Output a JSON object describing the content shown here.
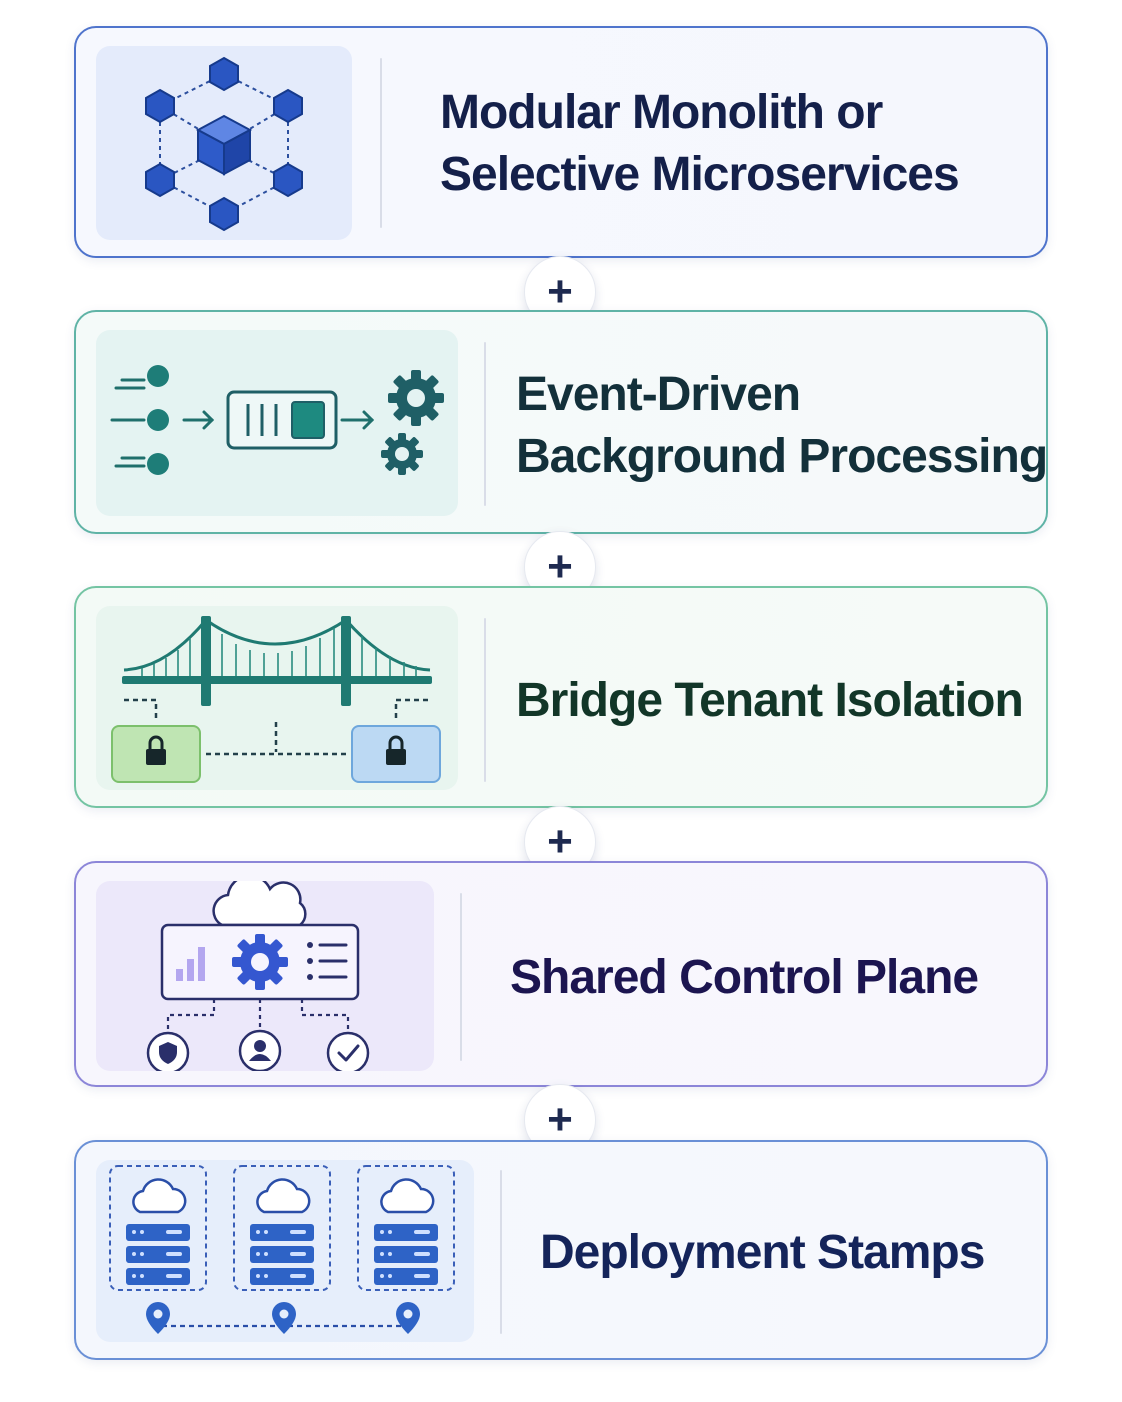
{
  "cards": [
    {
      "title_lines": [
        "Modular Monolith or",
        "Selective Microservices"
      ],
      "icon": "hexagon-network-cube-icon",
      "accent": "#2f5bc4"
    },
    {
      "title_lines": [
        "Event-Driven",
        "Background Processing"
      ],
      "icon": "event-queue-gears-icon",
      "accent": "#1f7a76"
    },
    {
      "title_lines": [
        "Bridge Tenant Isolation"
      ],
      "icon": "bridge-locks-icon",
      "accent": "#2a8f80"
    },
    {
      "title_lines": [
        "Shared Control Plane"
      ],
      "icon": "cloud-control-panel-icon",
      "accent": "#3b4fc8"
    },
    {
      "title_lines": [
        "Deployment Stamps"
      ],
      "icon": "cloud-server-stamps-icon",
      "accent": "#2e63c6"
    }
  ],
  "connectors": [
    "+",
    "+",
    "+",
    "+"
  ]
}
